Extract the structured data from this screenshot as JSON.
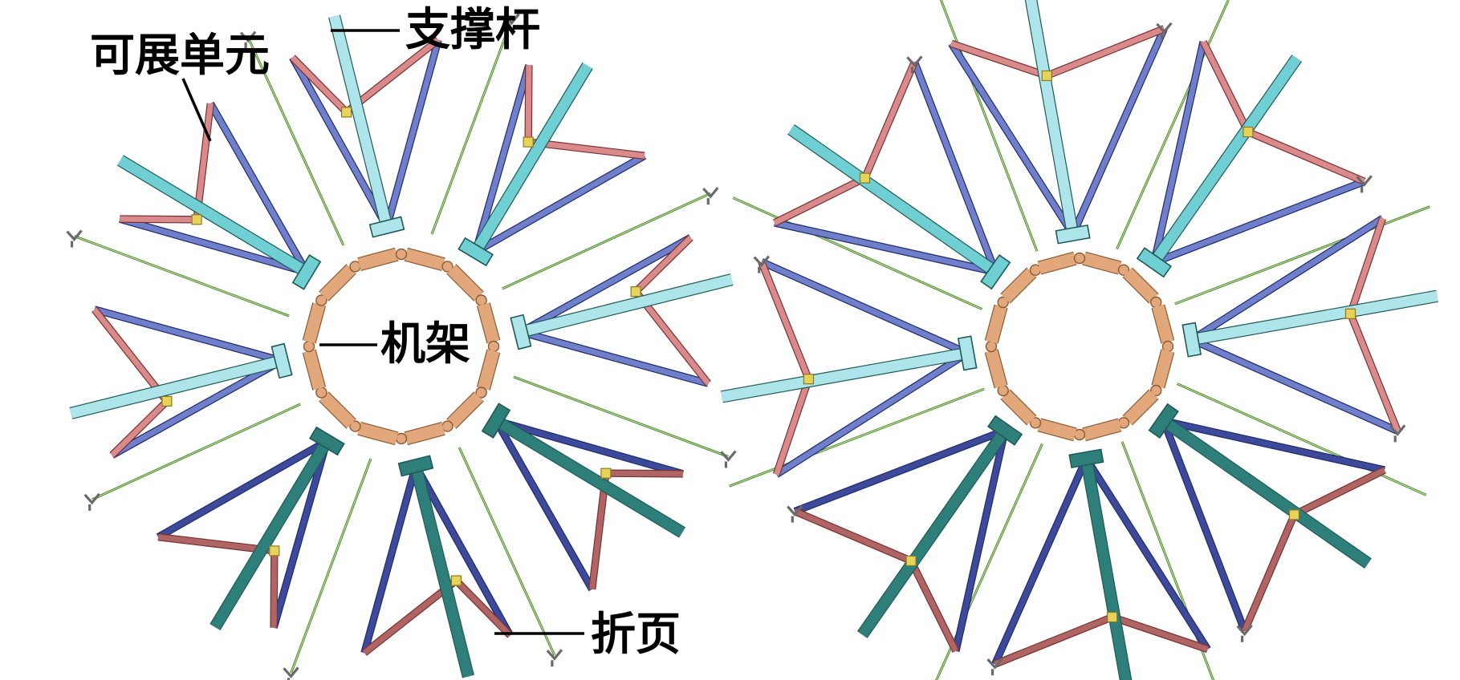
{
  "labels": {
    "deployable_unit": "可展单元",
    "support_rod": "支撑杆",
    "frame": "机架",
    "hinge": "折页"
  },
  "colors": {
    "background": "#ffffff",
    "frame_fill": "#e3a77c",
    "frame_stroke": "#8a5a32",
    "red_bar_fill": "#d98a8a",
    "red_bar_stroke": "#7a3030",
    "blue_bar_fill": "#6f7fc9",
    "blue_bar_stroke": "#1f2a6e",
    "dark_red_bar_fill": "#b06565",
    "dark_blue_bar_fill": "#3d4a99",
    "light_cyan_fill": "#aee5ea",
    "cyan_fill": "#6fcfd3",
    "teal_fill": "#2e7f7a",
    "rod_color": "#4f8a2e",
    "hinge_color": "#6a6a6a",
    "joint_color": "#e8d35a"
  },
  "structures": [
    {
      "id": "folded",
      "units": 8,
      "state": "folded"
    },
    {
      "id": "deployed",
      "units": 8,
      "state": "deployed"
    }
  ]
}
